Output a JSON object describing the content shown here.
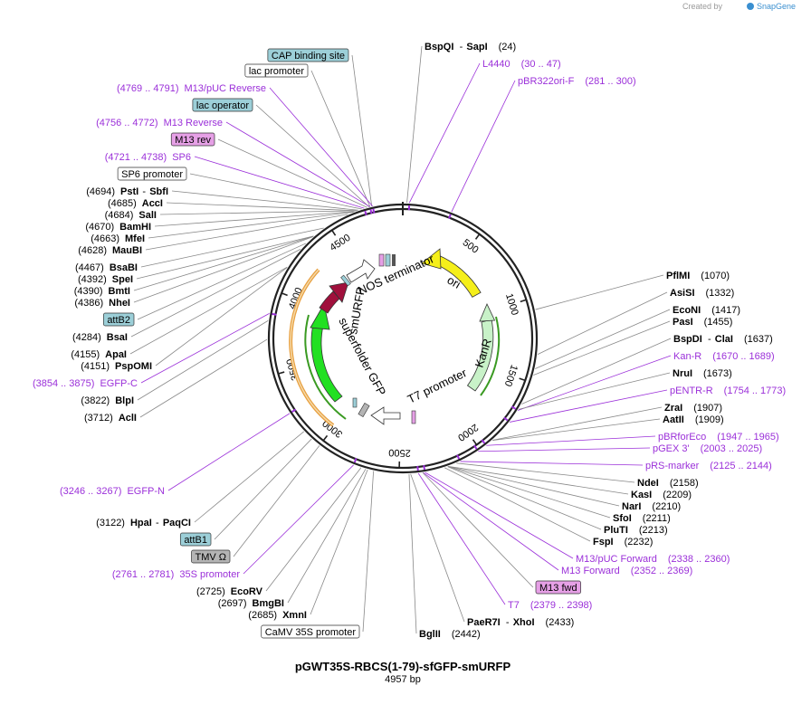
{
  "credit": {
    "prefix": "Created by",
    "brand": "SnapGene"
  },
  "title": "pGWT35S-RBCS(1-79)-sfGFP-smURFP",
  "length": "4957 bp",
  "ticks": [
    {
      "label": "500",
      "pos": 500
    },
    {
      "label": "1000",
      "pos": 1000
    },
    {
      "label": "1500",
      "pos": 1500
    },
    {
      "label": "2000",
      "pos": 2000
    },
    {
      "label": "2500",
      "pos": 2500
    },
    {
      "label": "3000",
      "pos": 3000
    },
    {
      "label": "3500",
      "pos": 3500
    },
    {
      "label": "4000",
      "pos": 4000
    },
    {
      "label": "4500",
      "pos": 4500
    }
  ],
  "features": [
    {
      "name": "NOS terminator",
      "color": "#ffffff"
    },
    {
      "name": "ori",
      "color": "#f5ef1a"
    },
    {
      "name": "KanR",
      "color": "#c8f2c8"
    },
    {
      "name": "T7 promoter",
      "color": "#ffffff"
    },
    {
      "name": "superfolder GFP",
      "color": "#22e022"
    },
    {
      "name": "smURFP",
      "color": "#a0103c"
    }
  ],
  "left_labels": [
    {
      "text": "CAP binding site",
      "kind": "box",
      "fill": "#9ccfd8"
    },
    {
      "text": "lac promoter",
      "kind": "box",
      "fill": "#ffffff"
    },
    {
      "pos": "(4769 .. 4791)",
      "text": "M13/pUC Reverse",
      "kind": "primer"
    },
    {
      "text": "lac operator",
      "kind": "box",
      "fill": "#9ccfd8"
    },
    {
      "pos": "(4756 .. 4772)",
      "text": "M13 Reverse",
      "kind": "primer"
    },
    {
      "text": "M13 rev",
      "kind": "box",
      "fill": "#e6a0e6"
    },
    {
      "pos": "(4721 .. 4738)",
      "text": "SP6",
      "kind": "primer"
    },
    {
      "text": "SP6 promoter",
      "kind": "box",
      "fill": "#ffffff"
    },
    {
      "pos": "(4694)",
      "text": "PstI",
      "extra": "SbfI",
      "kind": "enzyme"
    },
    {
      "pos": "(4685)",
      "text": "AccI",
      "kind": "enzyme"
    },
    {
      "pos": "(4684)",
      "text": "SalI",
      "kind": "enzyme"
    },
    {
      "pos": "(4670)",
      "text": "BamHI",
      "kind": "enzyme"
    },
    {
      "pos": "(4663)",
      "text": "MfeI",
      "kind": "enzyme"
    },
    {
      "pos": "(4628)",
      "text": "MauBI",
      "kind": "enzyme"
    },
    {
      "pos": "(4467)",
      "text": "BsaBI",
      "kind": "enzyme"
    },
    {
      "pos": "(4392)",
      "text": "SpeI",
      "kind": "enzyme"
    },
    {
      "pos": "(4390)",
      "text": "BmtI",
      "kind": "enzyme"
    },
    {
      "pos": "(4386)",
      "text": "NheI",
      "kind": "enzyme"
    },
    {
      "text": "attB2",
      "kind": "box",
      "fill": "#9ccfd8"
    },
    {
      "pos": "(4284)",
      "text": "BsaI",
      "kind": "enzyme"
    },
    {
      "pos": "(4155)",
      "text": "ApaI",
      "kind": "enzyme"
    },
    {
      "pos": "(4151)",
      "text": "PspOMI",
      "kind": "enzyme"
    },
    {
      "pos": "(3854 .. 3875)",
      "text": "EGFP-C",
      "kind": "primer"
    },
    {
      "pos": "(3822)",
      "text": "BlpI",
      "kind": "enzyme"
    },
    {
      "pos": "(3712)",
      "text": "AclI",
      "kind": "enzyme"
    },
    {
      "pos": "(3246 .. 3267)",
      "text": "EGFP-N",
      "kind": "primer"
    },
    {
      "pos": "(3122)",
      "text": "HpaI",
      "extra": "PaqCI",
      "kind": "enzyme"
    },
    {
      "text": "attB1",
      "kind": "box",
      "fill": "#9ccfd8"
    },
    {
      "text": "TMV Ω",
      "kind": "box",
      "fill": "#b4b4b4"
    },
    {
      "pos": "(2761 .. 2781)",
      "text": "35S promoter",
      "kind": "primer"
    },
    {
      "pos": "(2725)",
      "text": "EcoRV",
      "kind": "enzyme"
    },
    {
      "pos": "(2697)",
      "text": "BmgBI",
      "kind": "enzyme"
    },
    {
      "pos": "(2685)",
      "text": "XmnI",
      "kind": "enzyme"
    },
    {
      "text": "CaMV 35S promoter",
      "kind": "box",
      "fill": "#ffffff"
    }
  ],
  "right_labels": [
    {
      "text": "BspQI",
      "extra": "SapI",
      "pos": "(24)",
      "kind": "enzyme"
    },
    {
      "text": "L4440",
      "pos": "(30 .. 47)",
      "kind": "primer"
    },
    {
      "text": "pBR322ori-F",
      "pos": "(281 .. 300)",
      "kind": "primer"
    },
    {
      "text": "PflMI",
      "pos": "(1070)",
      "kind": "enzyme"
    },
    {
      "text": "AsiSI",
      "pos": "(1332)",
      "kind": "enzyme"
    },
    {
      "text": "EcoNI",
      "pos": "(1417)",
      "kind": "enzyme"
    },
    {
      "text": "PasI",
      "pos": "(1455)",
      "kind": "enzyme"
    },
    {
      "text": "BspDI",
      "extra": "ClaI",
      "pos": "(1637)",
      "kind": "enzyme"
    },
    {
      "text": "Kan-R",
      "pos": "(1670 .. 1689)",
      "kind": "primer"
    },
    {
      "text": "NruI",
      "pos": "(1673)",
      "kind": "enzyme"
    },
    {
      "text": "pENTR-R",
      "pos": "(1754 .. 1773)",
      "kind": "primer"
    },
    {
      "text": "ZraI",
      "pos": "(1907)",
      "kind": "enzyme"
    },
    {
      "text": "AatII",
      "pos": "(1909)",
      "kind": "enzyme"
    },
    {
      "text": "pBRforEco",
      "pos": "(1947 .. 1965)",
      "kind": "primer"
    },
    {
      "text": "pGEX 3'",
      "pos": "(2003 .. 2025)",
      "kind": "primer"
    },
    {
      "text": "pRS-marker",
      "pos": "(2125 .. 2144)",
      "kind": "primer"
    },
    {
      "text": "NdeI",
      "pos": "(2158)",
      "kind": "enzyme"
    },
    {
      "text": "KasI",
      "pos": "(2209)",
      "kind": "enzyme"
    },
    {
      "text": "NarI",
      "pos": "(2210)",
      "kind": "enzyme"
    },
    {
      "text": "SfoI",
      "pos": "(2211)",
      "kind": "enzyme"
    },
    {
      "text": "PluTI",
      "pos": "(2213)",
      "kind": "enzyme"
    },
    {
      "text": "FspI",
      "pos": "(2232)",
      "kind": "enzyme"
    },
    {
      "text": "M13/pUC Forward",
      "pos": "(2338 .. 2360)",
      "kind": "primer"
    },
    {
      "text": "M13 Forward",
      "pos": "(2352 .. 2369)",
      "kind": "primer"
    },
    {
      "text": "M13 fwd",
      "kind": "box",
      "fill": "#e6a0e6"
    },
    {
      "text": "T7",
      "pos": "(2379 .. 2398)",
      "kind": "primer"
    },
    {
      "text": "PaeR7I",
      "extra": "XhoI",
      "pos": "(2433)",
      "kind": "enzyme"
    },
    {
      "text": "BglII",
      "pos": "(2442)",
      "kind": "enzyme"
    }
  ]
}
